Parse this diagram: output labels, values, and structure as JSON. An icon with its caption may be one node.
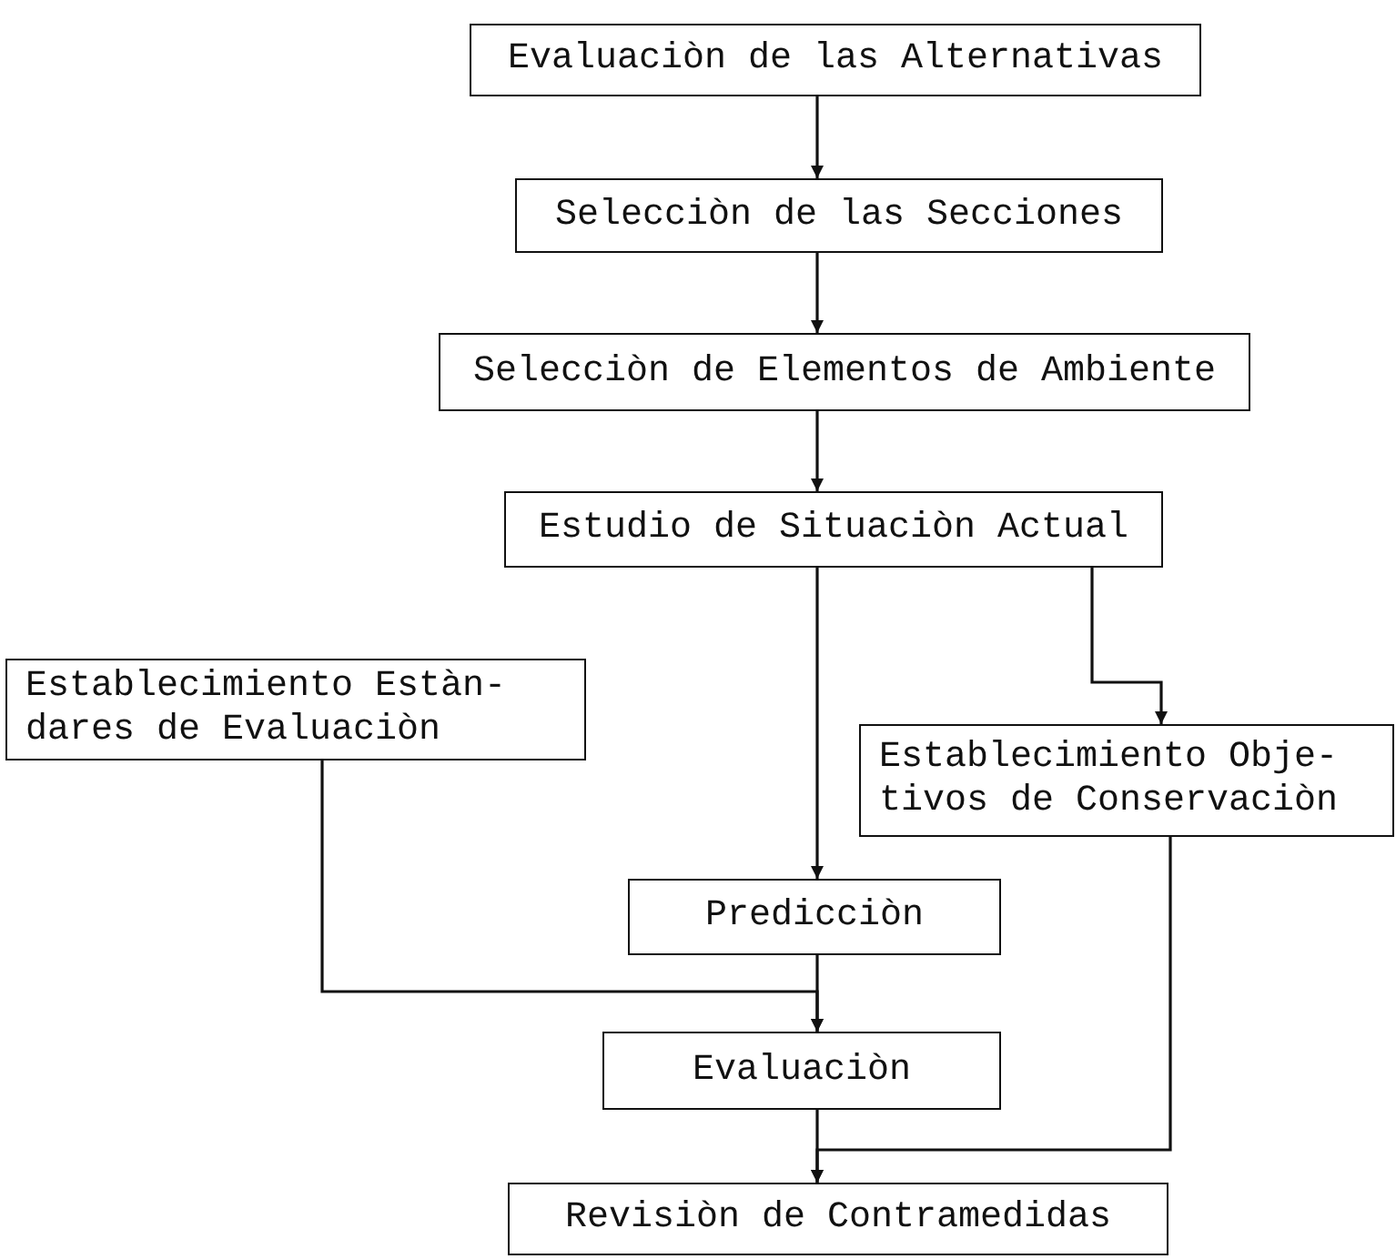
{
  "diagram": {
    "nodes": [
      {
        "text": [
          "Evaluaciòn de las Alternativas"
        ]
      },
      {
        "text": [
          "Selecciòn de las Secciones"
        ]
      },
      {
        "text": [
          "Selecciòn de Elementos de Ambiente"
        ]
      },
      {
        "text": [
          "Estudio de Situaciòn Actual"
        ]
      },
      {
        "text": [
          "Establecimiento Estàn- dares de Evaluaciòn"
        ]
      },
      {
        "text": [
          "Establecimiento Obje- tivos de Conservaciòn"
        ]
      },
      {
        "text": [
          "Predicciòn"
        ]
      },
      {
        "text": [
          "Evaluaciòn"
        ]
      },
      {
        "text": [
          "Revisiòn de Contramedidas"
        ]
      }
    ],
    "edges": [
      {
        "from": 0,
        "to": 1,
        "arrow": "to"
      },
      {
        "from": 1,
        "to": 2,
        "arrow": "to"
      },
      {
        "from": 2,
        "to": 3,
        "arrow": "to"
      },
      {
        "from": 3,
        "to": 6,
        "arrow": "to"
      },
      {
        "from": 3,
        "to": 5,
        "arrow": "to"
      },
      {
        "from": 4,
        "to": 7,
        "arrow": "to"
      },
      {
        "from": 6,
        "to": 7,
        "arrow": "to"
      },
      {
        "from": 5,
        "to": 8,
        "arrow": "to"
      },
      {
        "from": 7,
        "to": 8,
        "arrow": "to"
      }
    ]
  }
}
